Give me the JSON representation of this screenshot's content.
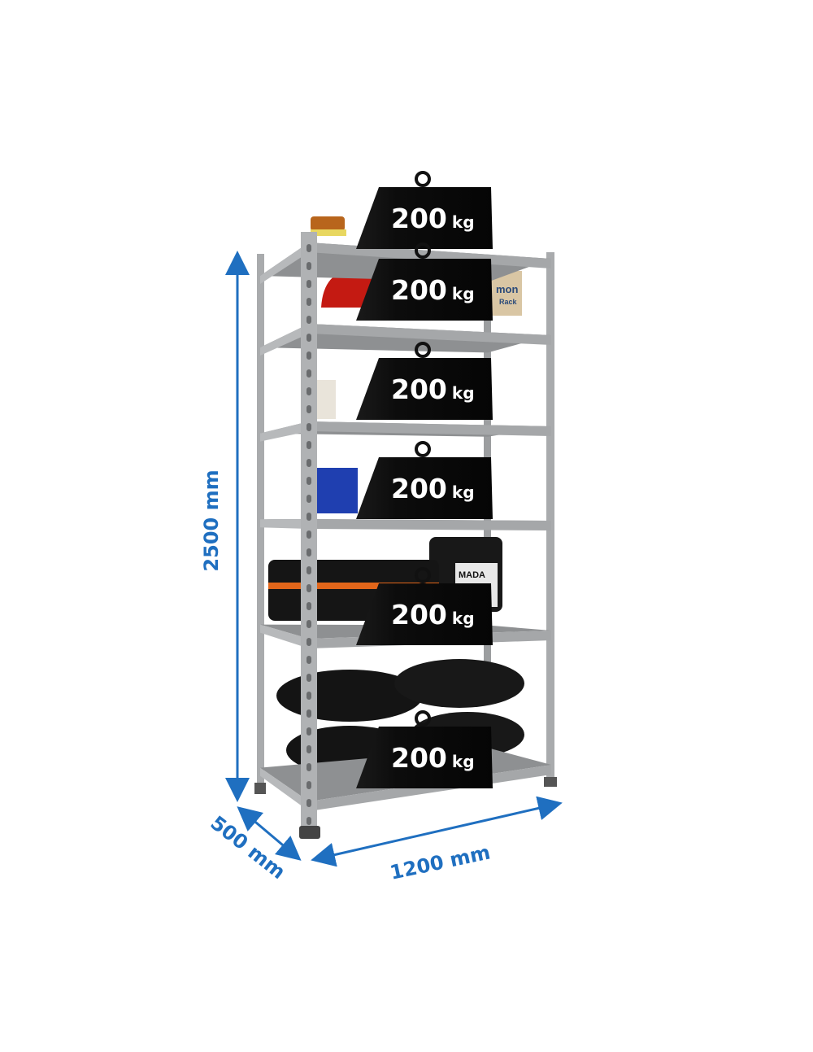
{
  "product": {
    "shelf_count": 6,
    "shelf_load": {
      "value": "200",
      "unit": "kg"
    },
    "loads": [
      {
        "value": "200",
        "unit": "kg"
      },
      {
        "value": "200",
        "unit": "kg"
      },
      {
        "value": "200",
        "unit": "kg"
      },
      {
        "value": "200",
        "unit": "kg"
      },
      {
        "value": "200",
        "unit": "kg"
      },
      {
        "value": "200",
        "unit": "kg"
      }
    ]
  },
  "dimensions": {
    "height": "2500 mm",
    "depth": "500 mm",
    "width": "1200 mm"
  },
  "items": {
    "box_text_1": "mon",
    "box_text_2": "Rack",
    "case_text": "MADA"
  },
  "colors": {
    "dimension_blue": "#1f6fc0",
    "shelf_gray": "#a9abad",
    "weight_black": "#111111"
  }
}
